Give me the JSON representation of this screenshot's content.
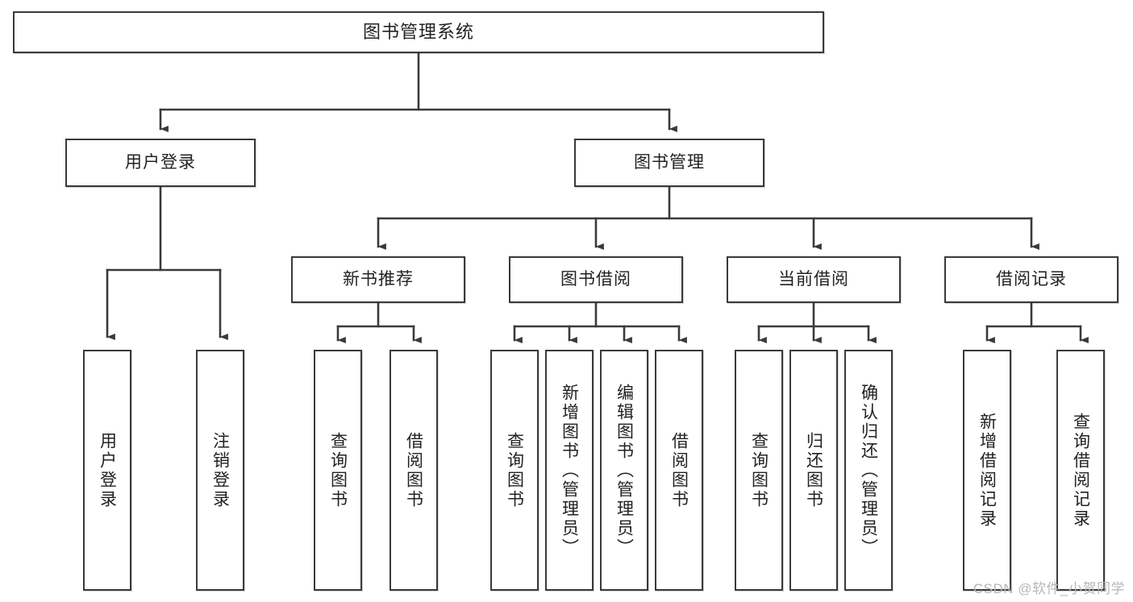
{
  "diagram": {
    "title": "图书管理系统",
    "type": "tree-hierarchy",
    "root": {
      "label": "图书管理系统"
    },
    "level2": [
      {
        "label": "用户登录"
      },
      {
        "label": "图书管理"
      }
    ],
    "level3": [
      {
        "label": "新书推荐"
      },
      {
        "label": "图书借阅"
      },
      {
        "label": "当前借阅"
      },
      {
        "label": "借阅记录"
      }
    ],
    "leaves": {
      "user_login": [
        {
          "label": "用户登录"
        },
        {
          "label": "注销登录"
        }
      ],
      "new_book_recommend": [
        {
          "label": "查询图书"
        },
        {
          "label": "借阅图书"
        }
      ],
      "book_borrow": [
        {
          "label": "查询图书"
        },
        {
          "label": "新增图书（管理员）"
        },
        {
          "label": "编辑图书（管理员）"
        },
        {
          "label": "借阅图书"
        }
      ],
      "current_borrow": [
        {
          "label": "查询图书"
        },
        {
          "label": "归还图书"
        },
        {
          "label": "确认归还（管理员）"
        }
      ],
      "borrow_record": [
        {
          "label": "新增借阅记录"
        },
        {
          "label": "查询借阅记录"
        }
      ]
    },
    "watermark": "CSDN @软件_小贺同学",
    "colors": {
      "stroke": "#3a3a3a",
      "fill": "#ffffff",
      "text": "#222222",
      "watermark": "#b6b6b6"
    }
  }
}
